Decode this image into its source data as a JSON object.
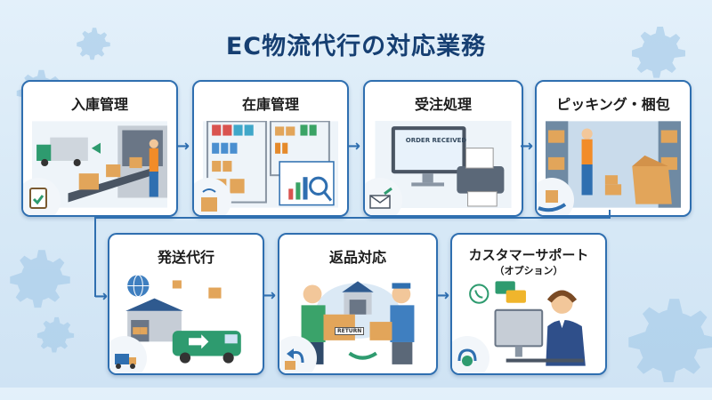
{
  "title": "EC物流代行の対応業務",
  "flow_arrow": "→",
  "steps": [
    {
      "label": "入庫管理",
      "illustration": "truck-unloading-conveyor-worker",
      "badge_icon": "clipboard-check-icon"
    },
    {
      "label": "在庫管理",
      "illustration": "shelves-dashboard-magnifier",
      "badge_icon": "rfid-box-icon"
    },
    {
      "label": "受注処理",
      "illustration": "monitor-printer",
      "screen_text": "ORDER RECEIVED",
      "badge_icon": "mail-send-icon"
    },
    {
      "label": "ピッキング・梱包",
      "illustration": "warehouse-picker-packing",
      "badge_icon": "hand-box-icon"
    },
    {
      "label": "発送代行",
      "illustration": "globe-warehouse-van-flying-boxes",
      "badge_icon": "delivery-truck-icon"
    },
    {
      "label": "返品対応",
      "illustration": "customer-courier-return-box",
      "box_label": "RETURN",
      "badge_icon": "return-arrow-box-icon"
    },
    {
      "label": "カスタマーサポート",
      "sublabel": "（オプション）",
      "illustration": "operator-headset-chat",
      "badge_icon": "headset-chat-icon"
    }
  ],
  "colors": {
    "title": "#163f72",
    "card_border": "#2f6fb0",
    "arrow": "#2f6fb0",
    "background": "#dcecf8",
    "box": "#e2a55a",
    "green": "#2e9b6f"
  }
}
